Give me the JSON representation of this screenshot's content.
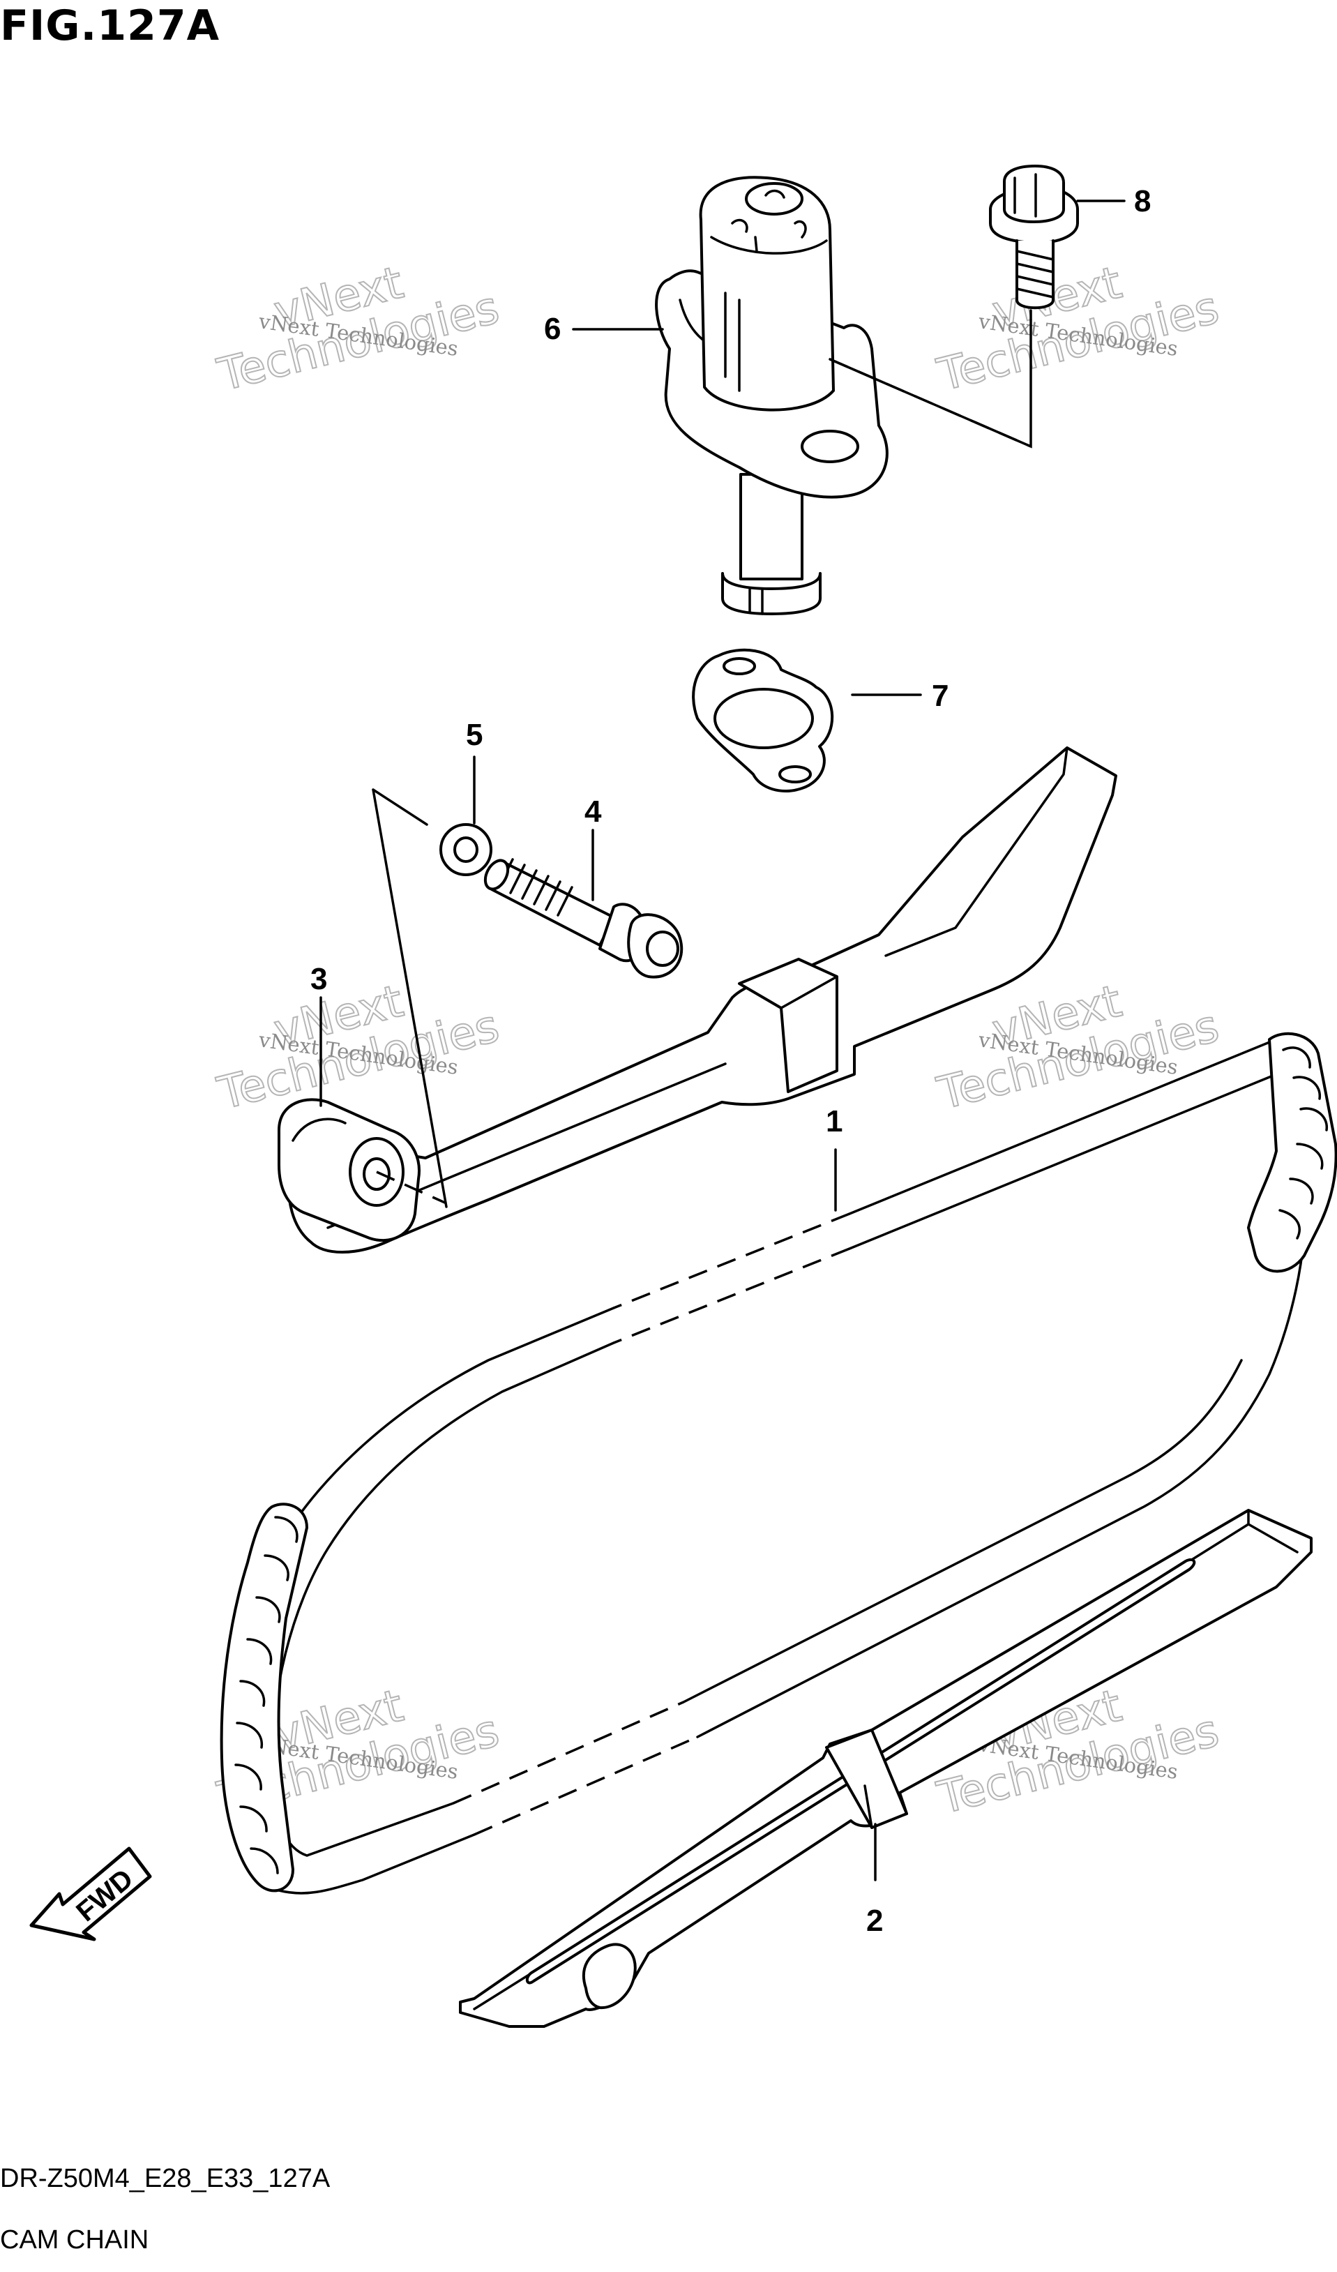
{
  "figure": {
    "title": "FIG.127A",
    "code": "DR-Z50M4_E28_E33_127A",
    "name": "CAM CHAIN"
  },
  "callouts": [
    {
      "id": "1",
      "label": "1"
    },
    {
      "id": "2",
      "label": "2"
    },
    {
      "id": "3",
      "label": "3"
    },
    {
      "id": "4",
      "label": "4"
    },
    {
      "id": "5",
      "label": "5"
    },
    {
      "id": "6",
      "label": "6"
    },
    {
      "id": "7",
      "label": "7"
    },
    {
      "id": "8",
      "label": "8"
    }
  ],
  "watermark": {
    "small": "vNext Technologies",
    "large_line1": "vNext",
    "large_line2": "Technologies"
  },
  "direction_marker": {
    "label": "FWD",
    "icon": "forward-arrow-icon"
  }
}
